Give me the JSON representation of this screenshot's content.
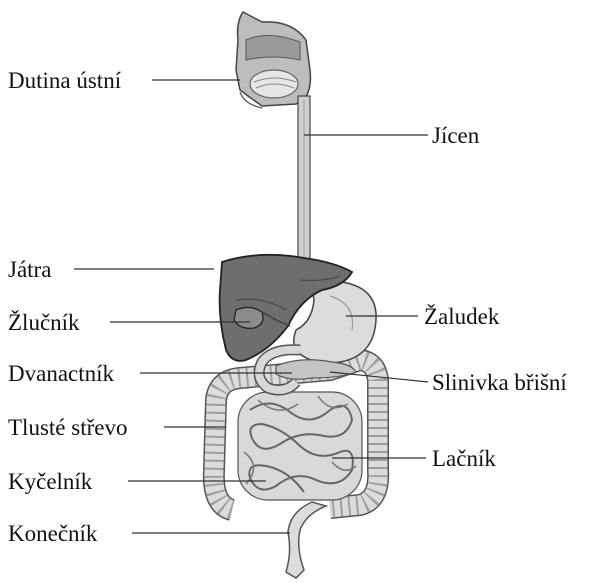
{
  "labels": {
    "mouth": "Dutina ústní",
    "esophagus": "Jícen",
    "liver": "Játra",
    "gallbladder": "Žlučník",
    "stomach": "Žaludek",
    "duodenum": "Dvanactník",
    "pancreas": "Slinivka břišní",
    "large_intestine": "Tlusté střevo",
    "jejunum": "Lačník",
    "ileum": "Kyčelník",
    "rectum": "Konečník"
  },
  "colors": {
    "organ_fill": "#d6d6d6",
    "organ_dark": "#8a8a8a",
    "liver_fill": "#6e6e6e",
    "outline": "#333333"
  }
}
